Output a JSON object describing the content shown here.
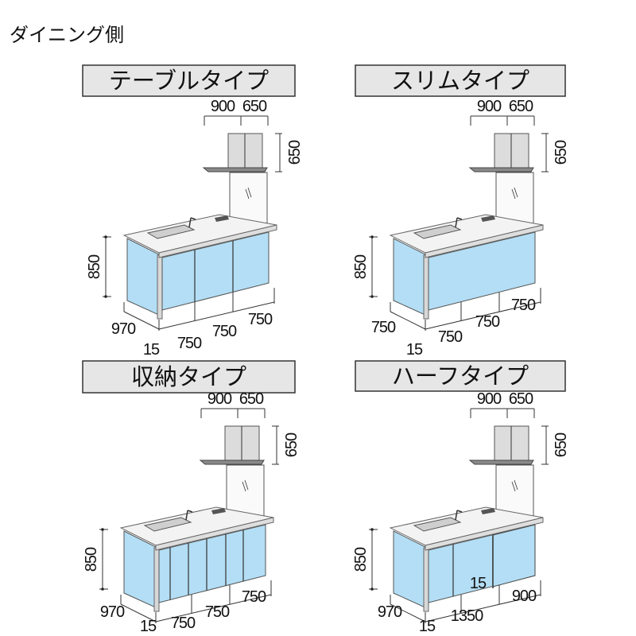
{
  "heading": "ダイニング側",
  "colors": {
    "cabinet": "#b3def5",
    "title_bg": "#e6e6e6"
  },
  "panels": [
    {
      "title": "テーブルタイプ",
      "top_dims": [
        "900",
        "650"
      ],
      "hood_height": "650",
      "counter_height": "850",
      "bottom_dims": [
        "970",
        "15",
        "750",
        "750",
        "750"
      ]
    },
    {
      "title": "スリムタイプ",
      "top_dims": [
        "900",
        "650"
      ],
      "hood_height": "650",
      "counter_height": "850",
      "bottom_dims": [
        "750",
        "15",
        "750",
        "750",
        "750"
      ]
    },
    {
      "title": "収納タイプ",
      "top_dims": [
        "900",
        "650"
      ],
      "hood_height": "650",
      "counter_height": "850",
      "bottom_dims": [
        "970",
        "15",
        "750",
        "750",
        "750"
      ]
    },
    {
      "title": "ハーフタイプ",
      "top_dims": [
        "900",
        "650"
      ],
      "hood_height": "650",
      "counter_height": "850",
      "bottom_dims": [
        "970",
        "15",
        "1350",
        "15",
        "900"
      ]
    }
  ]
}
